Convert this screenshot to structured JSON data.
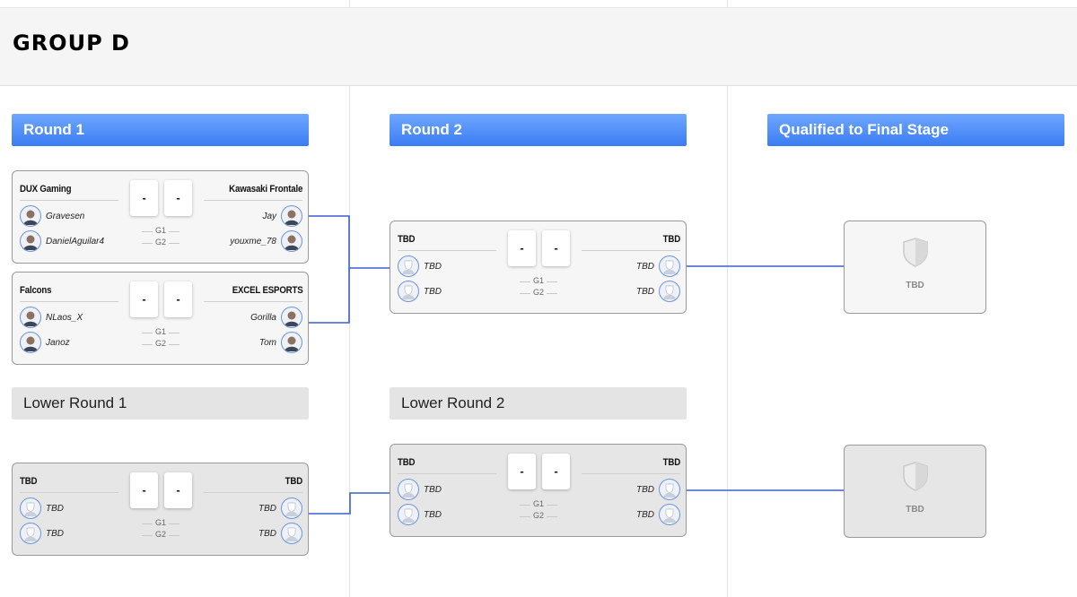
{
  "group_title": "GROUP D",
  "columns": {
    "round1": "Round 1",
    "round2": "Round 2",
    "qualified": "Qualified to Final Stage",
    "lower_round1": "Lower Round 1",
    "lower_round2": "Lower Round 2"
  },
  "games": [
    "G1",
    "G2"
  ],
  "matches": {
    "r1m1": {
      "left_team": "DUX Gaming",
      "right_team": "Kawasaki Frontale",
      "left_players": [
        "Gravesen",
        "DanielAguilar4"
      ],
      "right_players": [
        "Jay",
        "youxme_78"
      ],
      "score_left": "-",
      "score_right": "-"
    },
    "r1m2": {
      "left_team": "Falcons",
      "right_team": "EXCEL ESPORTS",
      "left_players": [
        "NLaos_X",
        "Janoz"
      ],
      "right_players": [
        "Gorilla",
        "Tom"
      ],
      "score_left": "-",
      "score_right": "-"
    },
    "r2m1": {
      "left_team": "TBD",
      "right_team": "TBD",
      "left_players": [
        "TBD",
        "TBD"
      ],
      "right_players": [
        "TBD",
        "TBD"
      ],
      "score_left": "-",
      "score_right": "-"
    },
    "lr1m1": {
      "left_team": "TBD",
      "right_team": "TBD",
      "left_players": [
        "TBD",
        "TBD"
      ],
      "right_players": [
        "TBD",
        "TBD"
      ],
      "score_left": "-",
      "score_right": "-"
    },
    "lr2m1": {
      "left_team": "TBD",
      "right_team": "TBD",
      "left_players": [
        "TBD",
        "TBD"
      ],
      "right_players": [
        "TBD",
        "TBD"
      ],
      "score_left": "-",
      "score_right": "-"
    }
  },
  "qualified_slots": [
    "TBD",
    "TBD"
  ],
  "colors": {
    "accent": "#3a7cf2",
    "connector": "#3a5fcf",
    "header_bg": "#f5f5f5"
  }
}
